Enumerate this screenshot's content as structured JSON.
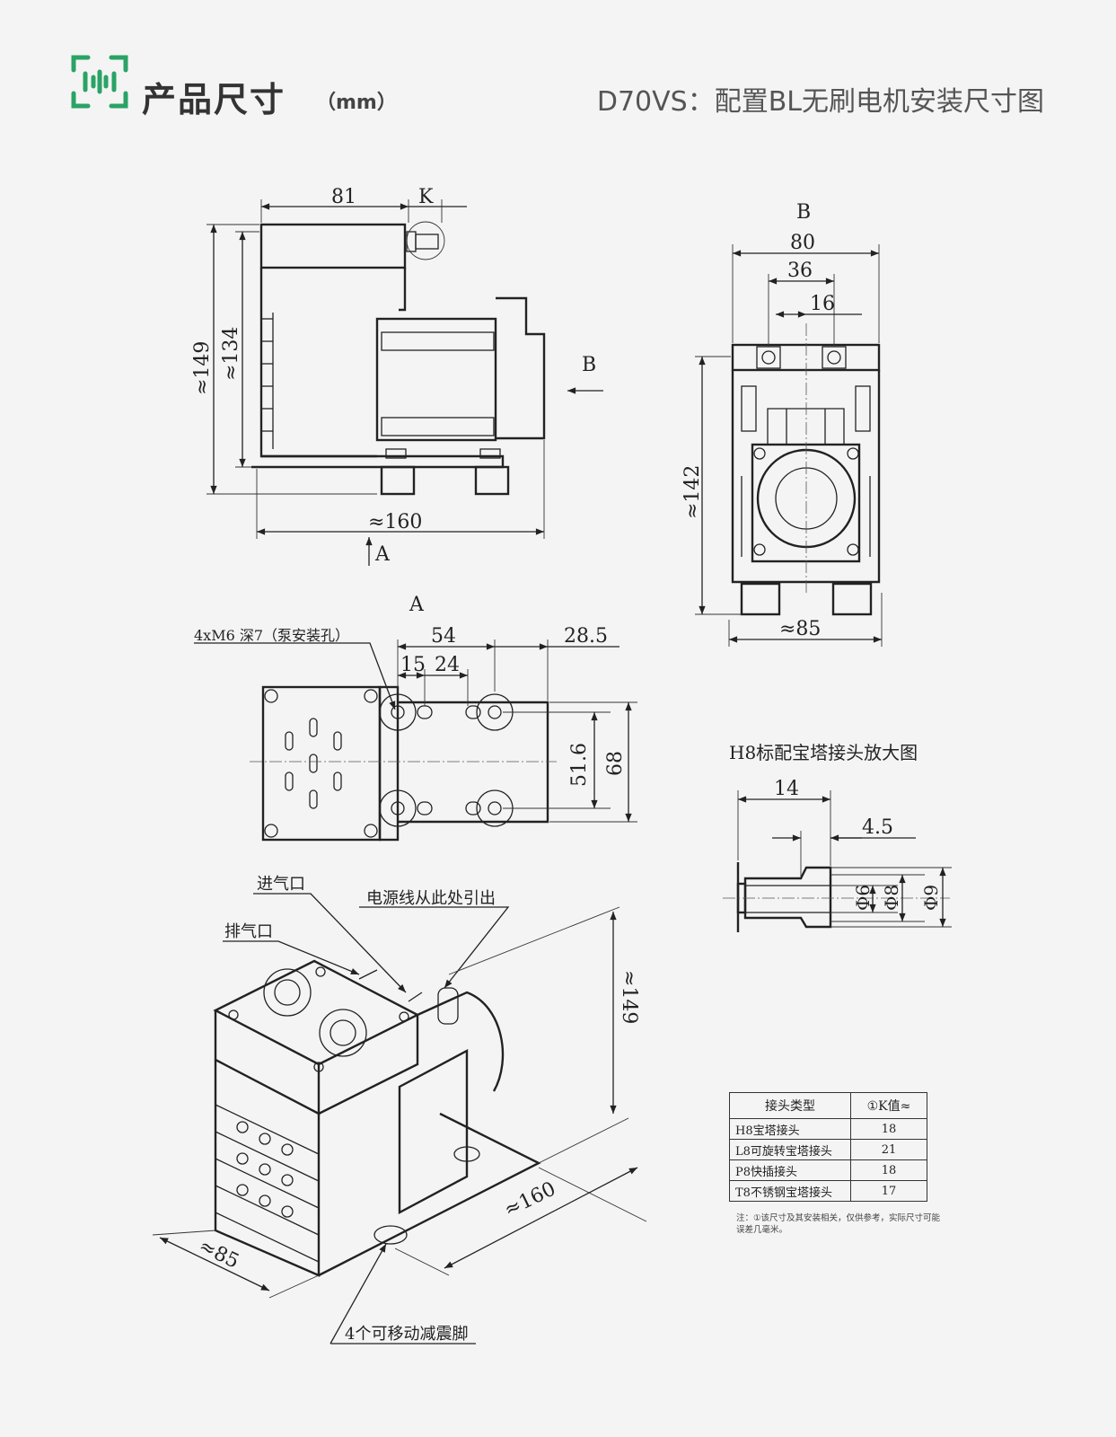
{
  "header": {
    "title": "产品尺寸",
    "unit": "（mm）",
    "subtitle": "D70VS：配置BL无刷电机安装尺寸图",
    "accent_color": "#2aa366",
    "icon": "barcode-scan-icon"
  },
  "front_view": {
    "dim_81": "81",
    "label_k": "K",
    "dim_149": "≈149",
    "dim_134": "≈134",
    "dim_160": "≈160",
    "arrow_b": "B",
    "arrow_a": "A"
  },
  "view_b": {
    "title": "B",
    "dim_80": "80",
    "dim_36": "36",
    "dim_16": "16",
    "dim_142": "≈142",
    "dim_85": "≈85"
  },
  "view_a": {
    "title": "A",
    "hole_note": "4xM6 深7（泵安装孔）",
    "dim_54": "54",
    "dim_28_5": "28.5",
    "dim_15": "15",
    "dim_24": "24",
    "dim_51_6": "51.6",
    "dim_68": "68"
  },
  "fitting_detail": {
    "title": "H8标配宝塔接头放大图",
    "dim_14": "14",
    "dim_4_5": "4.5",
    "dia_6": "Φ6",
    "dia_8": "Φ8",
    "dia_9": "Φ9"
  },
  "iso_view": {
    "inlet": "进气口",
    "cable": "电源线从此处引出",
    "outlet": "排气口",
    "dim_149": "≈149",
    "dim_160": "≈160",
    "dim_85": "≈85",
    "feet": "4个可移动减震脚"
  },
  "k_table": {
    "col1": "接头类型",
    "col2": "①K值≈",
    "rows": [
      {
        "type": "H8宝塔接头",
        "k": "18"
      },
      {
        "type": "L8可旋转宝塔接头",
        "k": "21"
      },
      {
        "type": "P8快插接头",
        "k": "18"
      },
      {
        "type": "T8不锈钢宝塔接头",
        "k": "17"
      }
    ],
    "note": "注：①该尺寸及其安装相关，仅供参考，实际尺寸可能误差几毫米。"
  }
}
